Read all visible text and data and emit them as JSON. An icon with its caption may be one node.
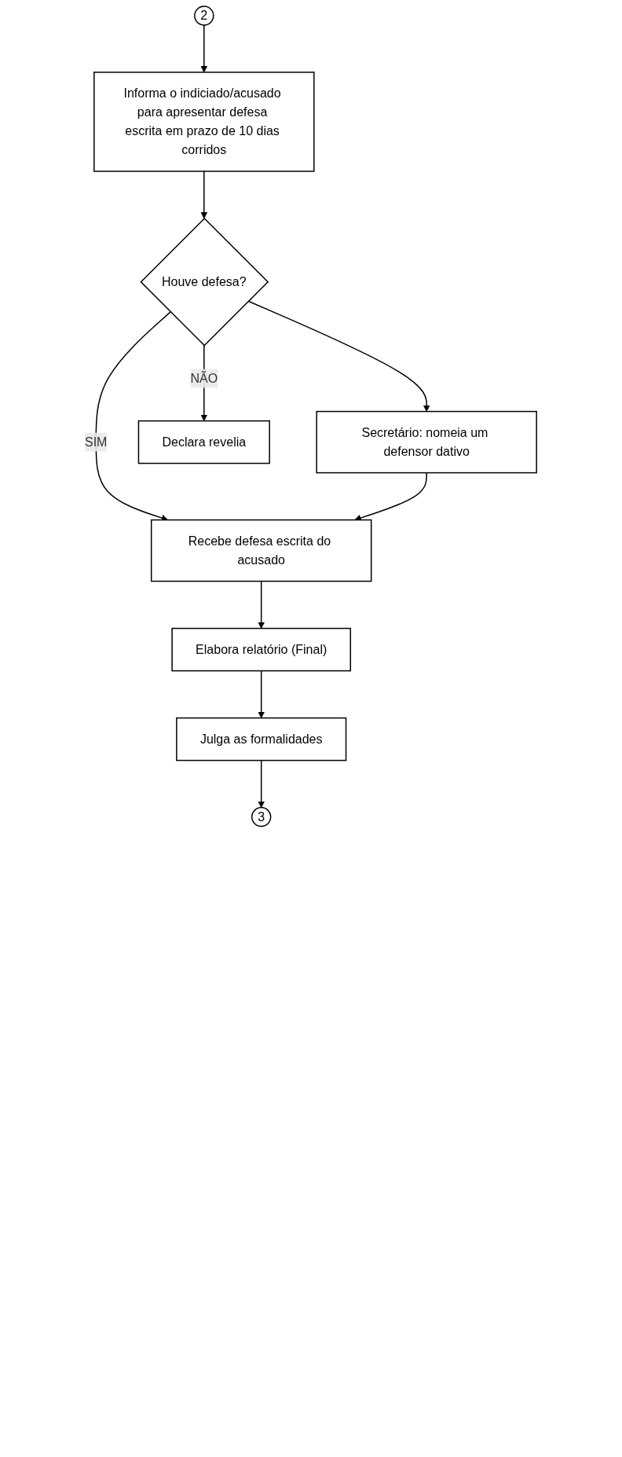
{
  "diagram": {
    "nodes": [
      {
        "text": [
          "2"
        ]
      },
      {
        "text": [
          "Informa o indiciado/acusado para apresentar defesa escrita em prazo de 10 dias corridos"
        ]
      },
      {
        "text": [
          "Houve defesa?"
        ]
      },
      {
        "text": [
          "Secretário: nomeia um defensor dativo"
        ]
      },
      {
        "text": [
          "Declara revelia"
        ]
      },
      {
        "text": [
          "Recebe defesa escrita do acusado"
        ]
      },
      {
        "text": [
          "Elabora relatório (Final)"
        ]
      },
      {
        "text": [
          "Julga as formalidades"
        ]
      },
      {
        "text": [
          "3"
        ]
      }
    ],
    "edges": [
      {
        "from": 0,
        "to": 1,
        "arrow": "to"
      },
      {
        "from": 1,
        "to": 2,
        "arrow": "to"
      },
      {
        "from": 2,
        "to": 3,
        "arrow": "to"
      },
      {
        "from": 2,
        "to": 4,
        "label": "NÃO",
        "arrow": "to"
      },
      {
        "from": 2,
        "to": 5,
        "label": "SIM",
        "arrow": "to"
      },
      {
        "from": 3,
        "to": 5,
        "arrow": "to"
      },
      {
        "from": 5,
        "to": 6,
        "arrow": "to"
      },
      {
        "from": 6,
        "to": 7,
        "arrow": "to"
      },
      {
        "from": 7,
        "to": 8,
        "arrow": "to"
      }
    ]
  }
}
